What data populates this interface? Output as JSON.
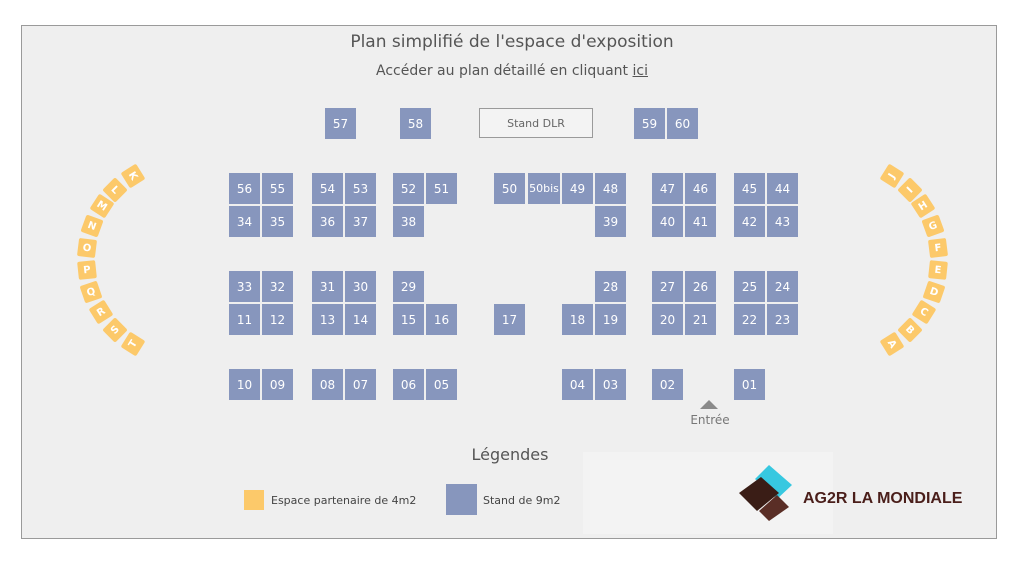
{
  "header": {
    "title": "Plan simplifié de l'espace d'exposition",
    "subtitle_prefix": "Accéder au plan détaillé en cliquant ",
    "subtitle_link": "ici"
  },
  "stands": [
    "57",
    "58",
    "59",
    "60",
    "56",
    "55",
    "54",
    "53",
    "52",
    "51",
    "50",
    "50bis",
    "49",
    "48",
    "47",
    "46",
    "45",
    "44",
    "34",
    "35",
    "36",
    "37",
    "38",
    "39",
    "40",
    "41",
    "42",
    "43",
    "33",
    "32",
    "31",
    "30",
    "29",
    "28",
    "27",
    "26",
    "25",
    "24",
    "11",
    "12",
    "13",
    "14",
    "15",
    "16",
    "17",
    "18",
    "19",
    "20",
    "21",
    "22",
    "23",
    "10",
    "09",
    "08",
    "07",
    "06",
    "05",
    "04",
    "03",
    "02",
    "01"
  ],
  "stand_dlr_label": "Stand DLR",
  "partner_spaces": [
    "K",
    "L",
    "M",
    "N",
    "O",
    "P",
    "Q",
    "R",
    "S",
    "T",
    "J",
    "I",
    "H",
    "G",
    "F",
    "E",
    "D",
    "C",
    "B",
    "A"
  ],
  "entrance_label": "Entrée",
  "legend": {
    "title": "Légendes",
    "partner_label": "Espace partenaire de 4m2",
    "stand_label": "Stand de 9m2"
  },
  "logo": {
    "text": "AG2R LA MONDIALE"
  },
  "colors": {
    "stand": "#8796bd",
    "partner": "#fcc96a",
    "background": "#efefef"
  }
}
